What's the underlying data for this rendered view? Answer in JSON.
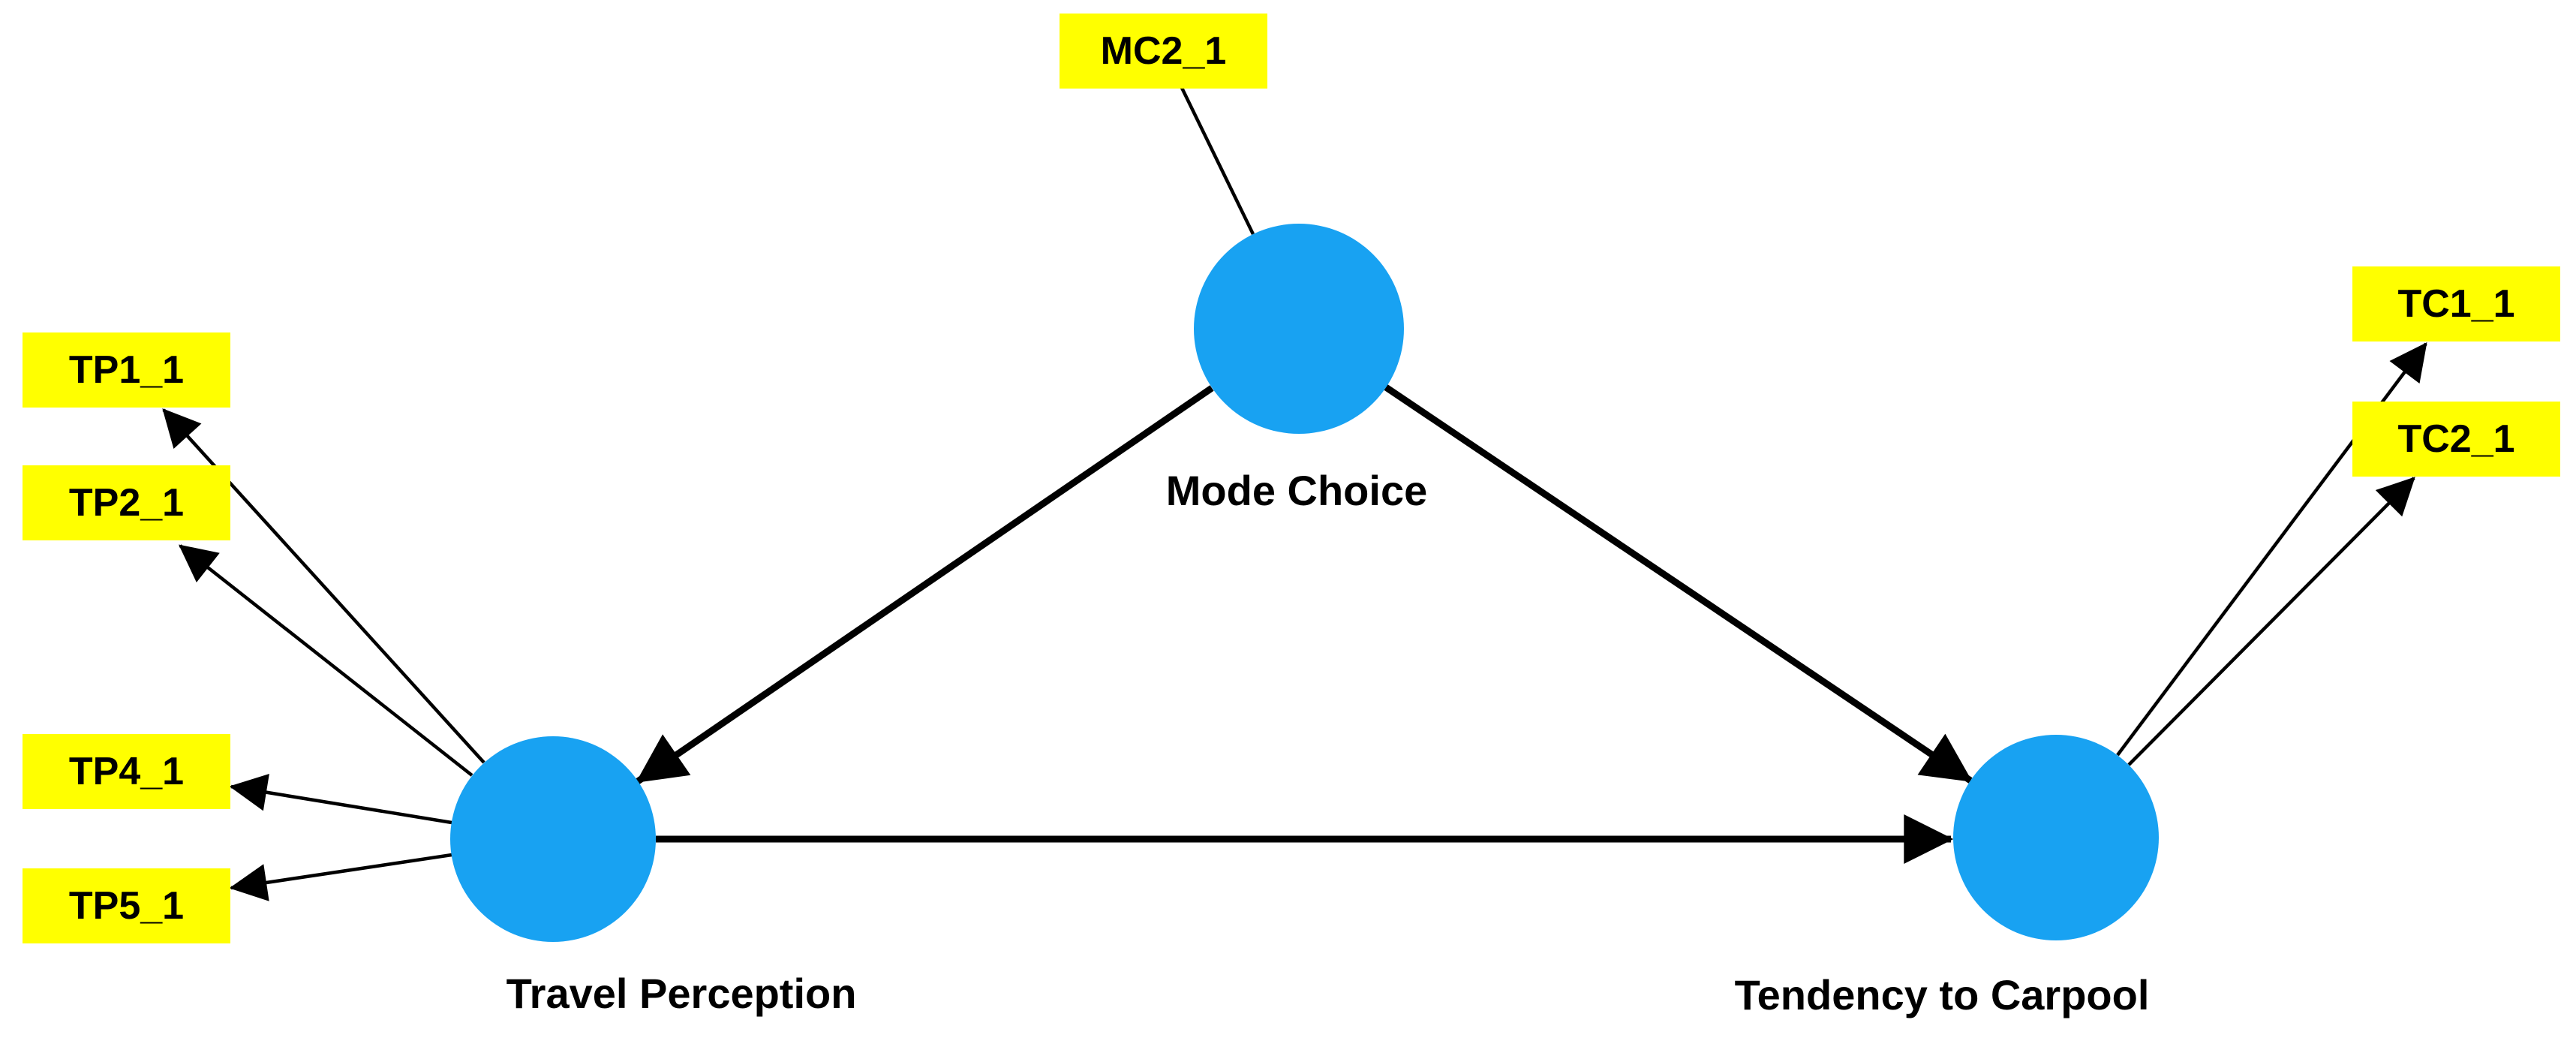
{
  "diagram": {
    "type": "structural-equation-model",
    "background": "#FFFFFF",
    "colors": {
      "latent_fill": "#18A2F2",
      "indicator_fill": "#FFFF00",
      "edge": "#000000",
      "text": "#000000"
    },
    "latent_variables": [
      {
        "label": "Mode Choice"
      },
      {
        "label": "Travel Perception"
      },
      {
        "label": "Tendency to Carpool"
      }
    ],
    "indicators": [
      {
        "label": "MC2_1",
        "latent": "Mode Choice"
      },
      {
        "label": "TP1_1",
        "latent": "Travel Perception"
      },
      {
        "label": "TP2_1",
        "latent": "Travel Perception"
      },
      {
        "label": "TP4_1",
        "latent": "Travel Perception"
      },
      {
        "label": "TP5_1",
        "latent": "Travel Perception"
      },
      {
        "label": "TC1_1",
        "latent": "Tendency to Carpool"
      },
      {
        "label": "TC2_1",
        "latent": "Tendency to Carpool"
      }
    ],
    "structural_paths": [
      {
        "from": "Mode Choice",
        "to": "Travel Perception"
      },
      {
        "from": "Mode Choice",
        "to": "Tendency to Carpool"
      },
      {
        "from": "Travel Perception",
        "to": "Tendency to Carpool"
      }
    ]
  }
}
